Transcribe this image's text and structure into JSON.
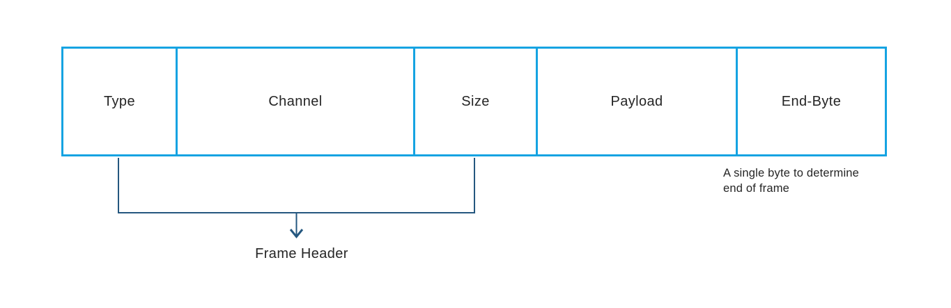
{
  "frame": {
    "boxes": [
      {
        "label": "Type"
      },
      {
        "label": "Channel"
      },
      {
        "label": "Size"
      },
      {
        "label": "Payload"
      },
      {
        "label": "End-Byte"
      }
    ],
    "bracket_label": "Frame Header",
    "annotation": {
      "lines": [
        "A single byte to determine",
        "end of frame"
      ]
    }
  },
  "colors": {
    "box_border": "#15a3e2",
    "bracket": "#24577f",
    "text": "#252525"
  }
}
